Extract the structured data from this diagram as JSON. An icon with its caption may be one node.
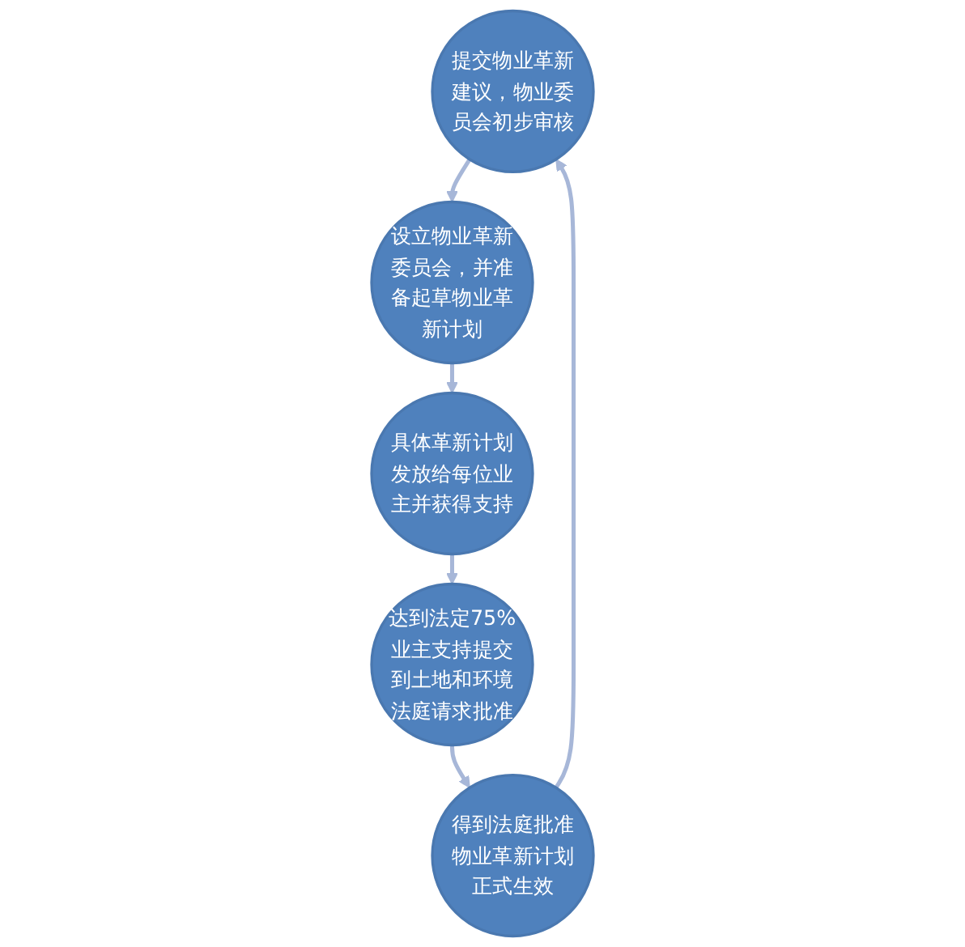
{
  "diagram": {
    "nodes": [
      {
        "text": [
          "提交物业革新建议，物业委员会初步审核"
        ]
      },
      {
        "text": [
          "设立物业革新委员会，并准备起草物业革新计划"
        ]
      },
      {
        "text": [
          "具体革新计划发放给每位业主并获得支持"
        ]
      },
      {
        "text": [
          "达到法定75%业主支持提交到土地和环境法庭请求批准"
        ]
      },
      {
        "text": [
          "得到法庭批准物业革新计划正式生效"
        ]
      }
    ],
    "edges": [
      {
        "from": 0,
        "to": 1,
        "arrow": "to"
      },
      {
        "from": 1,
        "to": 2,
        "arrow": "to"
      },
      {
        "from": 2,
        "to": 3,
        "arrow": "to"
      },
      {
        "from": 3,
        "to": 4,
        "arrow": "to"
      },
      {
        "from": 4,
        "to": 0,
        "arrow": "to"
      }
    ]
  }
}
